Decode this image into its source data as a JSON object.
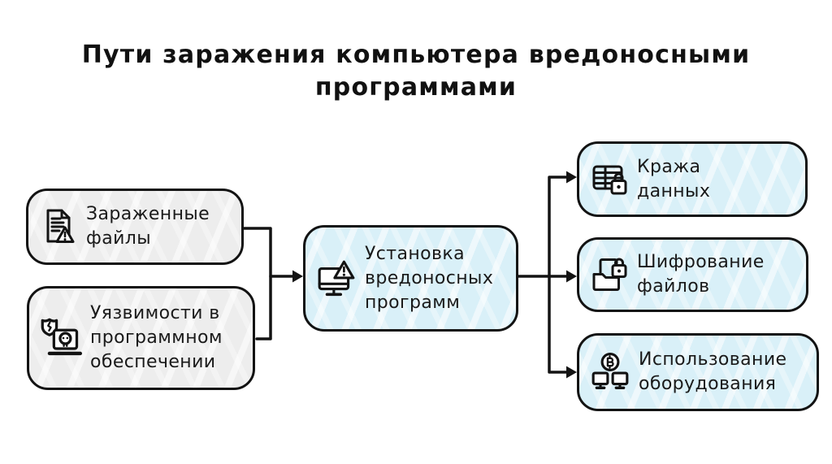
{
  "title": "Пути заражения компьютера вредоносными\nпрограммами",
  "colors": {
    "background": "#ffffff",
    "node_gray": "#ededed",
    "node_blue": "#d9f0f8",
    "border": "#131313",
    "text": "#1a1a1a",
    "connector": "#131313"
  },
  "nodes": [
    {
      "id": "infected-files",
      "label": "Зараженные\nфайлы",
      "icon": "document-warning-icon",
      "variant": "gray"
    },
    {
      "id": "software-vulnerabilities",
      "label": "Уязвимости в\nпрограммном\nобеспечении",
      "icon": "laptop-malware-shield-icon",
      "variant": "gray"
    },
    {
      "id": "malware-installation",
      "label": "Установка\nвредоносных\nпрограмм",
      "icon": "monitor-warning-icon",
      "variant": "blue"
    },
    {
      "id": "data-theft",
      "label": "Кража\nданных",
      "icon": "database-lock-icon",
      "variant": "blue"
    },
    {
      "id": "file-encryption",
      "label": "Шифрование\nфайлов",
      "icon": "folder-lock-icon",
      "variant": "blue"
    },
    {
      "id": "hardware-usage",
      "label": "Использование\nоборудования",
      "icon": "crypto-mining-icon",
      "variant": "blue"
    }
  ],
  "edges": [
    {
      "from": "infected-files",
      "to": "malware-installation"
    },
    {
      "from": "software-vulnerabilities",
      "to": "malware-installation"
    },
    {
      "from": "malware-installation",
      "to": "data-theft"
    },
    {
      "from": "malware-installation",
      "to": "file-encryption"
    },
    {
      "from": "malware-installation",
      "to": "hardware-usage"
    }
  ]
}
